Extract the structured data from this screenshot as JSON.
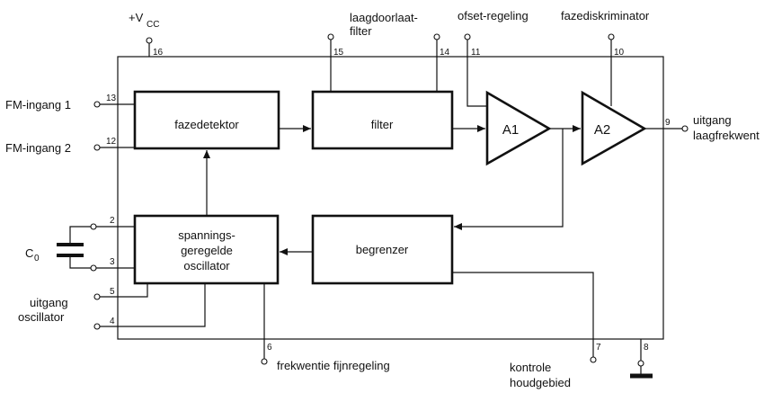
{
  "labels": {
    "vcc": "+V",
    "vcc_sub": "CC",
    "lowpass": "laagdoorlaat-",
    "lowpass2": "filter",
    "offset": "ofset-regeling",
    "phasedisc": "fazediskriminator",
    "fm1": "FM-ingang  1",
    "fm2": "FM-ingang  2",
    "c0": "C",
    "c0_sub": "0",
    "osc_out1": "uitgang",
    "osc_out2": "oscillator",
    "out1": "uitgang",
    "out2": "laagfrekwent",
    "freq": "frekwentie  fijnregeling",
    "ctrl1": "kontrole",
    "ctrl2": "houdgebied"
  },
  "blocks": {
    "phase_detector": "fazedetektor",
    "filter": "filter",
    "vco1": "spannings-",
    "vco2": "geregelde",
    "vco3": "oscillator",
    "limiter": "begrenzer",
    "a1": "A1",
    "a2": "A2"
  },
  "pins": {
    "p16": "16",
    "p15": "15",
    "p14": "14",
    "p11": "11",
    "p10": "10",
    "p13": "13",
    "p12": "12",
    "p2": "2",
    "p3": "3",
    "p5": "5",
    "p4": "4",
    "p9": "9",
    "p6": "6",
    "p7": "7",
    "p8": "8"
  }
}
